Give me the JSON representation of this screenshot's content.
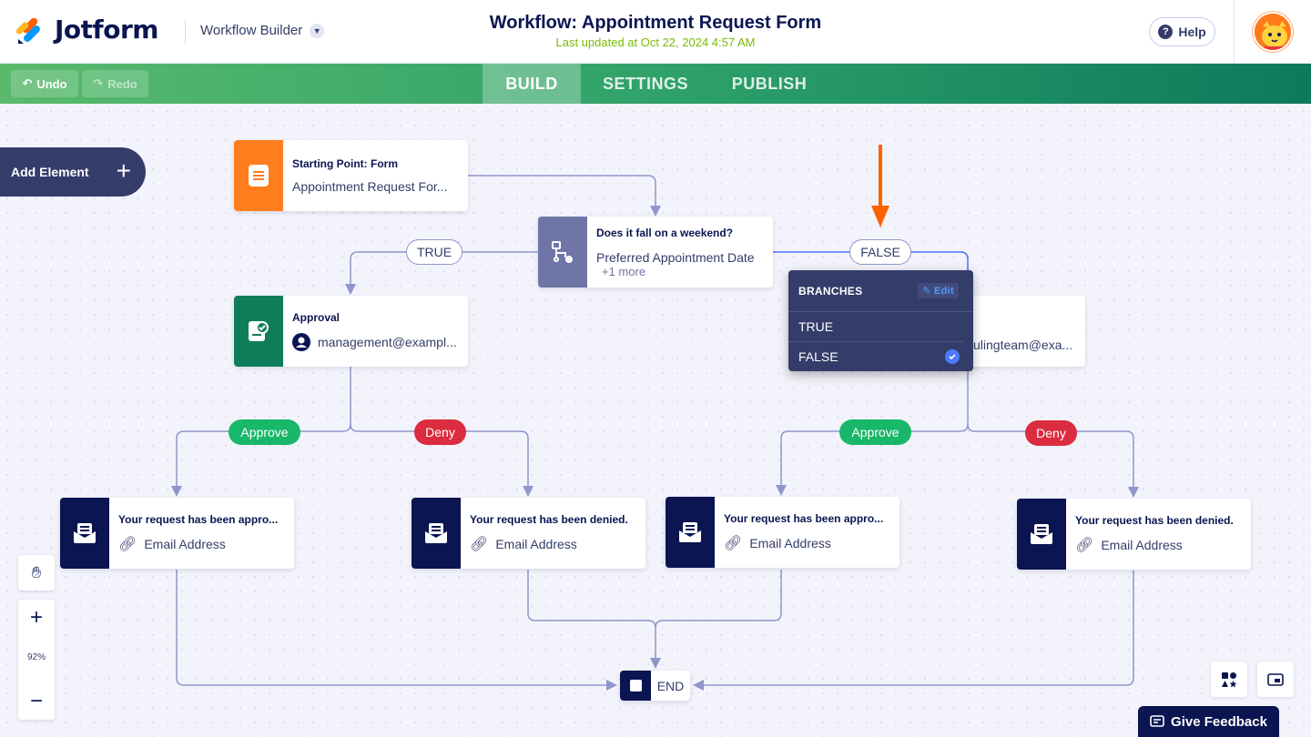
{
  "header": {
    "logo_text": "Jotform",
    "builder_label": "Workflow Builder",
    "title": "Workflow: Appointment Request Form",
    "last_updated": "Last updated at Oct 22, 2024 4:57 AM",
    "help_label": "Help"
  },
  "toolbar": {
    "undo_label": "Undo",
    "redo_label": "Redo",
    "tabs": [
      {
        "label": "BUILD",
        "active": true
      },
      {
        "label": "SETTINGS",
        "active": false
      },
      {
        "label": "PUBLISH",
        "active": false
      }
    ]
  },
  "canvas": {
    "add_element_label": "Add Element",
    "nodes": {
      "start": {
        "title": "Starting Point: Form",
        "subtitle": "Appointment Request For...",
        "color": "#ff7d1d",
        "icon": "form-icon"
      },
      "condition": {
        "title": "Does it fall on a weekend?",
        "subtitle": "Preferred Appointment Date",
        "more": "+1 more",
        "color": "#6f76a7",
        "icon": "condition-icon"
      },
      "approval": {
        "title": "Approval",
        "subtitle": "management@exampl...",
        "color": "#0f7d5a",
        "icon": "approval-icon"
      },
      "approval2": {
        "subtitle": "ulingteam@exa..."
      },
      "email1": {
        "title": "Your request has been appro...",
        "subtitle": "Email Address",
        "color": "#0a1551",
        "icon": "email-icon"
      },
      "email2": {
        "title": "Your request has been denied.",
        "subtitle": "Email Address",
        "color": "#0a1551",
        "icon": "email-icon"
      },
      "email3": {
        "title": "Your request has been appro...",
        "subtitle": "Email Address",
        "color": "#0a1551",
        "icon": "email-icon"
      },
      "email4": {
        "title": "Your request has been denied.",
        "subtitle": "Email Address",
        "color": "#0a1551",
        "icon": "email-icon"
      }
    },
    "branch_labels": {
      "true": "TRUE",
      "false": "FALSE",
      "approve_left": "Approve",
      "deny_left": "Deny",
      "approve_right": "Approve",
      "deny_right": "Deny"
    },
    "branches_menu": {
      "heading": "BRANCHES",
      "edit_label": "Edit",
      "items": [
        {
          "label": "TRUE",
          "selected": false
        },
        {
          "label": "FALSE",
          "selected": true
        }
      ]
    },
    "end_label": "END",
    "zoom_level": "92%",
    "feedback_label": "Give Feedback"
  },
  "colors": {
    "accent_orange": "#ff6100",
    "approve": "#18b769",
    "deny": "#dc2c3f",
    "line": "#8f96cc",
    "line_active": "#4c6fff"
  }
}
